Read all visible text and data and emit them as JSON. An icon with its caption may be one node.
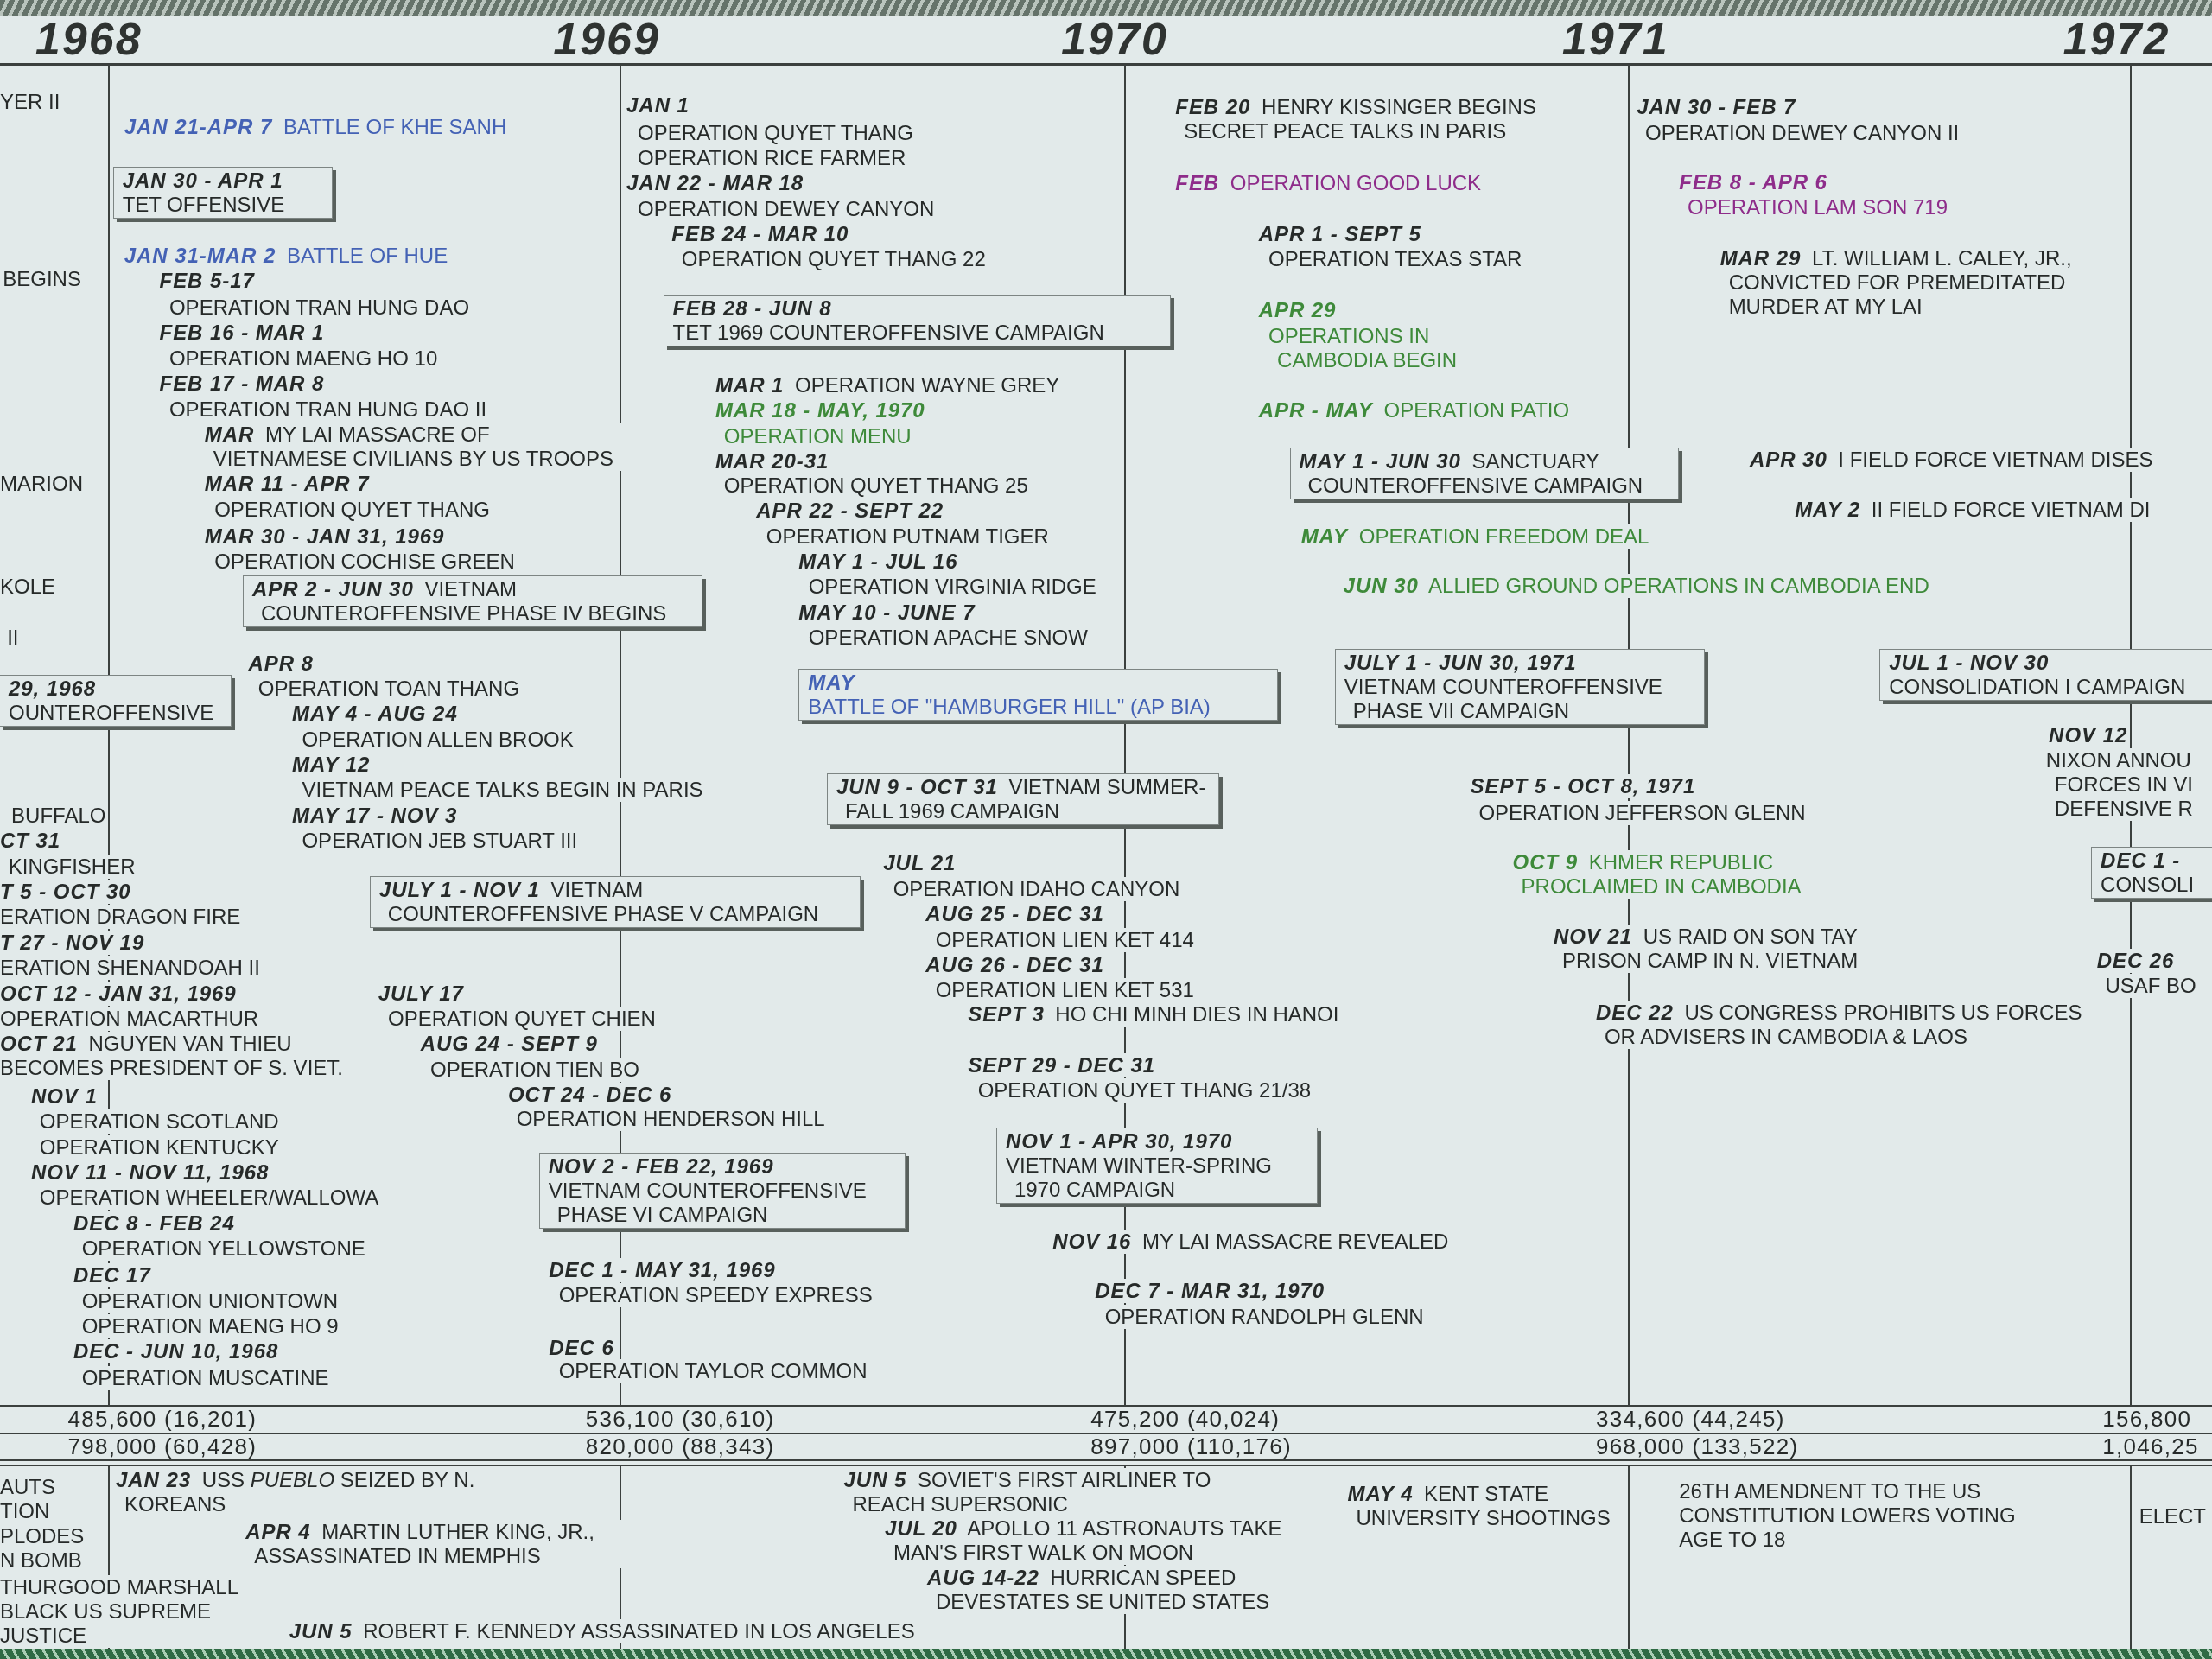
{
  "diagram": {
    "nodes": [
      {
        "text": [
          "29, 1968",
          "OUNTEROFFENSIVE"
        ]
      },
      {
        "text": [
          "JAN 30 - APR 1",
          "TET OFFENSIVE"
        ]
      },
      {
        "text": [
          "**APR 2 - JUN 30** VIETNAM COUNTEROFFENSIVE PHASE IV BEGINS"
        ]
      },
      {
        "text": [
          "**JULY 1 - NOV 1** VIETNAM COUNTEROFFENSIVE PHASE V CAMPAIGN"
        ]
      },
      {
        "text": [
          "NOV 2 - FEB 22, 1969",
          "VIETNAM COUNTEROFFENSIVE PHASE VI CAMPAIGN"
        ]
      },
      {
        "text": [
          "FEB 28 - JUN 8",
          "TET 1969 COUNTEROFFENSIVE CAMPAIGN"
        ]
      },
      {
        "text": [
          "MAY",
          "BATTLE OF \"HAMBURGER HILL\" (AP BIA)"
        ]
      },
      {
        "text": [
          "**JUN 9 - OCT 31** VIETNAM SUMMER-FALL 1969 CAMPAIGN"
        ]
      },
      {
        "text": [
          "NOV 1 - APR 30, 1970",
          "VIETNAM WINTER-SPRING 1970 CAMPAIGN"
        ]
      },
      {
        "text": [
          "**MAY 1 - JUN 30** SANCTUARY COUNTEROFFENSIVE CAMPAIGN"
        ]
      },
      {
        "text": [
          "JULY 1 - JUN 30, 1971",
          "VIETNAM COUNTEROFFENSIVE PHASE VII CAMPAIGN"
        ]
      },
      {
        "text": [
          "JUL 1 - NOV 30",
          "CONSOLIDATION I CAMPAIGN"
        ]
      },
      {
        "text": [
          "DEC 1 -",
          "CONSOLI"
        ]
      }
    ],
    "labels": [
      "1968",
      "1969",
      "1970",
      "1971",
      "1972",
      "YER II",
      "BEGINS",
      "MARION",
      "KOLE",
      "II",
      "BUFFALO",
      "CT 31",
      "KINGFISHER",
      "T 5 - OCT 30",
      "ERATION DRAGON FIRE",
      "T 27 - NOV 19",
      "ERATION SHENANDOAH II",
      "OCT 12 - JAN 31, 1969",
      "OPERATION MACARTHUR",
      "**OCT 21** NGUYEN VAN THIEU BECOMES PRESIDENT OF S. VIET.",
      "NOV 1",
      "OPERATION SCOTLAND",
      "OPERATION KENTUCKY",
      "NOV 11 - NOV 11, 1968",
      "OPERATION WHEELER/WALLOWA",
      "DEC 8 - FEB 24",
      "OPERATION YELLOWSTONE",
      "DEC 17",
      "OPERATION UNIONTOWN",
      "OPERATION MAENG HO 9",
      "DEC - JUN 10, 1968",
      "OPERATION MUSCATINE",
      "**JAN 21-APR 7** BATTLE OF KHE SANH",
      "**JAN 31-MAR 2** BATTLE OF HUE",
      "FEB 5-17",
      "OPERATION TRAN HUNG DAO",
      "FEB 16 - MAR 1",
      "OPERATION MAENG HO 10",
      "FEB 17 - MAR 8",
      "OPERATION TRAN HUNG DAO II",
      "**MAR** MY LAI MASSACRE OF VIETNAMESE CIVILIANS BY US TROOPS",
      "MAR 11 - APR 7",
      "OPERATION QUYET THANG",
      "MAR 30 - JAN 31, 1969",
      "OPERATION COCHISE GREEN",
      "APR 8",
      "OPERATION TOAN THANG",
      "MAY 4 - AUG 24",
      "OPERATION ALLEN BROOK",
      "MAY 12",
      "VIETNAM PEACE TALKS BEGIN IN PARIS",
      "MAY 17 - NOV 3",
      "OPERATION JEB STUART III",
      "JULY 17",
      "OPERATION QUYET CHIEN",
      "AUG 24 - SEPT 9",
      "OPERATION TIEN BO",
      "OCT 24 - DEC 6",
      "OPERATION HENDERSON HILL",
      "DEC 1 - MAY 31, 1969",
      "OPERATION SPEEDY EXPRESS",
      "DEC 6",
      "OPERATION TAYLOR COMMON",
      "JAN 1",
      "OPERATION QUYET THANG",
      "OPERATION RICE FARMER",
      "JAN 22 - MAR 18",
      "OPERATION DEWEY CANYON",
      "FEB 24 - MAR 10",
      "OPERATION QUYET THANG 22",
      "**MAR 1** OPERATION WAYNE GREY",
      "MAR 18 - MAY, 1970",
      "OPERATION MENU",
      "MAR 20-31",
      "OPERATION QUYET THANG 25",
      "APR 22 - SEPT 22",
      "OPERATION PUTNAM TIGER",
      "MAY 1 - JUL 16",
      "OPERATION VIRGINIA RIDGE",
      "MAY 10 - JUNE 7",
      "OPERATION APACHE SNOW",
      "JUL 21",
      "OPERATION IDAHO CANYON",
      "AUG 25 - DEC 31",
      "OPERATION LIEN KET 414",
      "AUG 26 - DEC 31",
      "OPERATION LIEN KET 531",
      "**SEPT 3** HO CHI MINH DIES IN HANOI",
      "SEPT 29 - DEC 31",
      "OPERATION QUYET THANG 21/38",
      "**NOV 16** MY LAI MASSACRE REVEALED",
      "DEC 7 - MAR 31, 1970",
      "OPERATION RANDOLPH GLENN",
      "**FEB 20** HENRY KISSINGER BEGINS SECRET PEACE TALKS IN PARIS",
      "**FEB** OPERATION GOOD LUCK",
      "APR 1 - SEPT 5",
      "OPERATION TEXAS STAR",
      "APR 29",
      "OPERATIONS IN CAMBODIA BEGIN",
      "**APR - MAY** OPERATION PATIO",
      "**MAY** OPERATION FREEDOM DEAL",
      "**JUN 30** ALLIED GROUND OPERATIONS IN CAMBODIA END",
      "SEPT 5 - OCT 8, 1971",
      "OPERATION JEFFERSON GLENN",
      "**OCT 9** KHMER REPUBLIC PROCLAIMED IN CAMBODIA",
      "**NOV 21** US RAID ON SON TAY PRISON CAMP IN N. VIETNAM",
      "**DEC 22** US CONGRESS PROHIBITS US FORCES OR ADVISERS IN CAMBODIA & LAOS",
      "JAN 30 - FEB 7",
      "OPERATION DEWEY CANYON II",
      "FEB 8 - APR 6",
      "OPERATION LAM SON 719",
      "**MAR 29** LT. WILLIAM L. CALEY, JR., CONVICTED FOR PREMEDITATED MURDER AT MY LAI",
      "**APR 30** I FIELD FORCE VIETNAM DISES",
      "**MAY 2** II FIELD FORCE VIETNAM DI",
      "NOV 12",
      "NIXON ANNOU FORCES IN VI DEFENSIVE R",
      "DEC 26",
      "USAF BO",
      "485,600 (16,201)",
      "536,100 (30,610)",
      "475,200 (40,024)",
      "334,600 (44,245)",
      "156,800",
      "798,000 (60,428)",
      "820,000 (88,343)",
      "897,000 (110,176)",
      "968,000 (133,522)",
      "1,046,25",
      "AUTS TION",
      "PLODES N BOMB",
      "THURGOOD MARSHALL BLACK US SUPREME JUSTICE",
      "**JAN 23** USS *PUEBLO* SEIZED BY N. KOREANS",
      "**APR 4** MARTIN LUTHER KING, JR., ASSASSINATED IN MEMPHIS",
      "**JUN 5** ROBERT F. KENNEDY ASSASSINATED IN LOS ANGELES",
      "**JUN 5** SOVIET'S FIRST AIRLINER TO REACH SUPERSONIC",
      "**JUL 20** APOLLO 11 ASTRONAUTS TAKE MAN'S FIRST WALK ON MOON",
      "**AUG 14-22** HURRICAN SPEED DEVESTATES SE UNITED STATES",
      "**MAY 4** KENT STATE UNIVERSITY SHOOTINGS",
      "26TH AMENDNENT TO THE US CONSTITUTION LOWERS VOTING AGE TO 18",
      "ELECT"
    ]
  }
}
